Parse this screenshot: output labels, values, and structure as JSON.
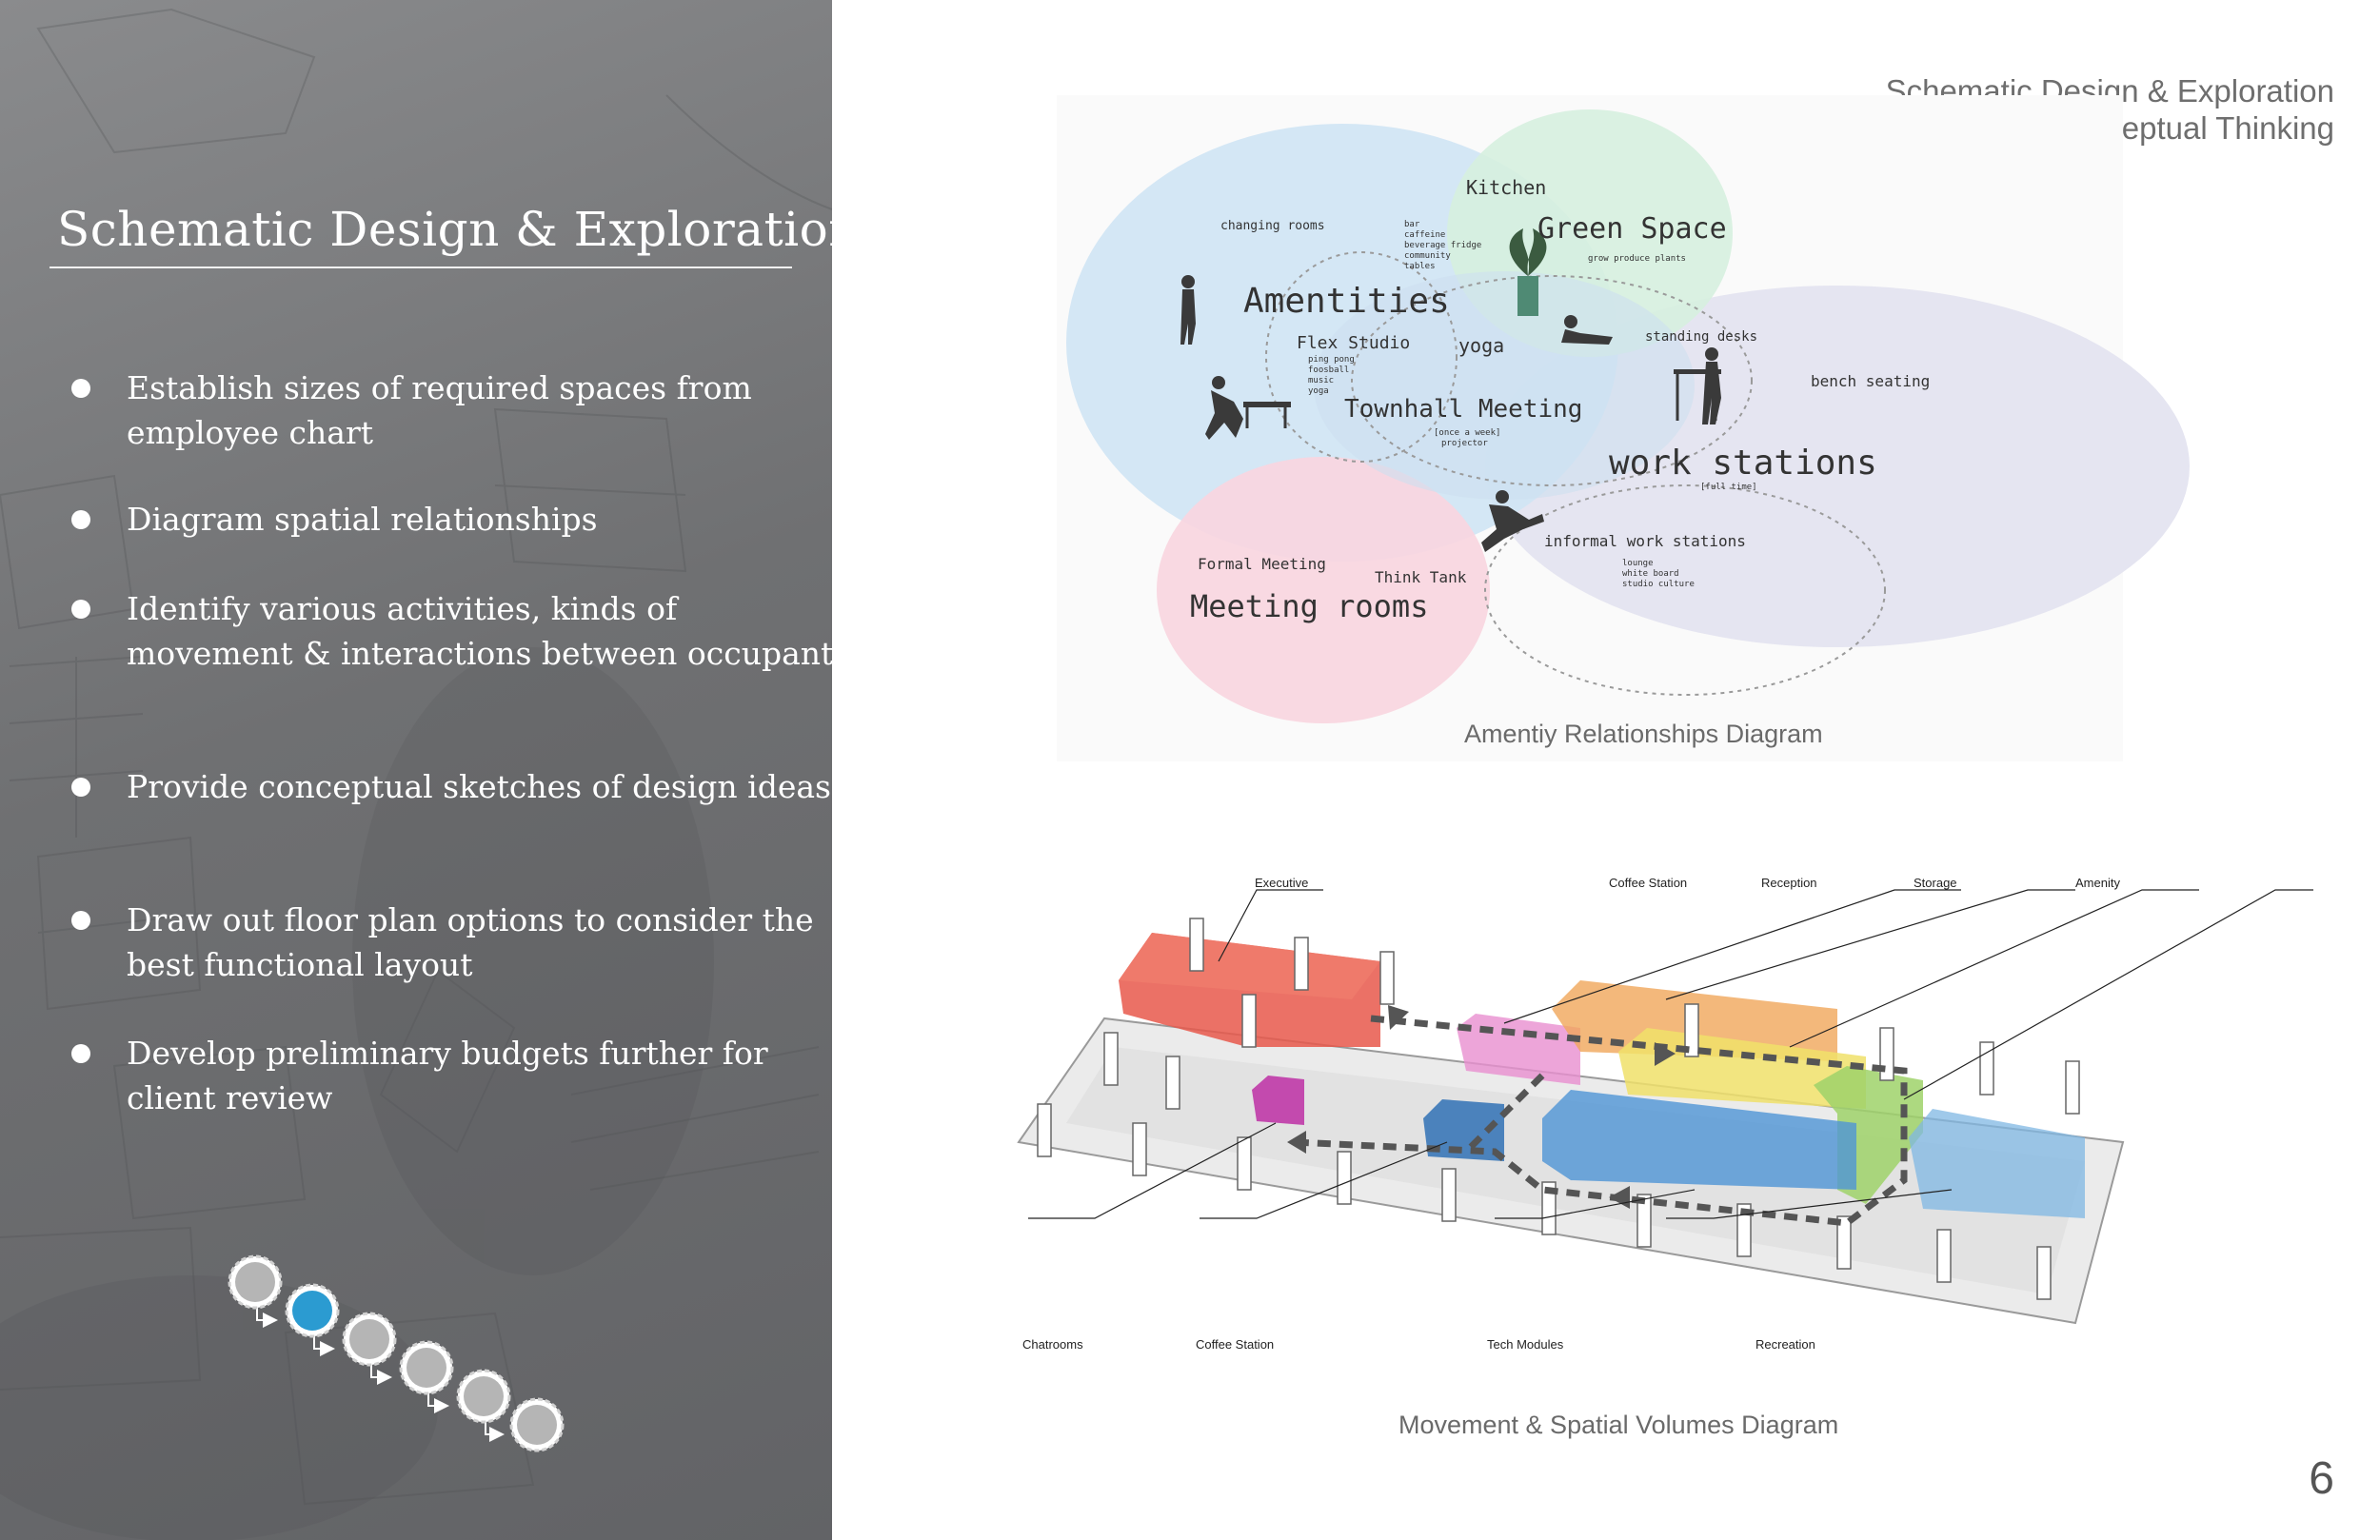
{
  "left_panel": {
    "title": "Schematic Design & Exploration",
    "bullets": [
      "Establish sizes of required spaces from employee chart",
      "Diagram spatial relationships",
      "Identify various activities, kinds of movement & interactions between occupants",
      "Provide conceptual sketches of design ideas",
      "Draw out floor plan options to consider the best functional layout",
      "Develop preliminary budgets further for client review"
    ],
    "progress": {
      "total_steps": 6,
      "current_step": 2,
      "active_color": "#2b9bd1",
      "inactive_color": "#b5b5b5"
    }
  },
  "header": {
    "line1": "Schematic Design & Exploration",
    "line2": "Conceptual Thinking"
  },
  "amenity_diagram": {
    "caption": "Amentiy Relationships Diagram",
    "zones": {
      "amenities": "Amentities",
      "green_space": "Green Space",
      "kitchen": "Kitchen",
      "work_stations": "work stations",
      "meeting_rooms": "Meeting rooms",
      "townhall": "Townhall Meeting",
      "flex_studio": "Flex Studio",
      "think_tank": "Think Tank",
      "informal": "informal work stations"
    },
    "notes": {
      "changing_rooms": "changing rooms",
      "kitchen_items": [
        "bar",
        "caffeine",
        "beverage fridge",
        "community",
        "tables"
      ],
      "green_sub": "grow produce plants",
      "yoga": "yoga",
      "flex_items": [
        "ping pong",
        "foosball",
        "music",
        "yoga"
      ],
      "townhall_sub": [
        "[once a week]",
        "projector"
      ],
      "standing_desks": "standing desks",
      "bench_seating": "bench seating",
      "full_time": "[full time]",
      "formal_meeting": "Formal Meeting",
      "informal_items": [
        "lounge",
        "white board",
        "studio culture"
      ]
    },
    "colors": {
      "blue": "#cfe4f4",
      "green": "#d6f0df",
      "lavender": "#e2e2f0",
      "pink": "#f9d6e0"
    }
  },
  "volumes_diagram": {
    "caption": "Movement & Spatial Volumes Diagram",
    "top_labels": [
      "Executive",
      "Coffee Station",
      "Reception",
      "Storage",
      "Amenity"
    ],
    "bottom_labels": [
      "Chatrooms",
      "Coffee Station",
      "Tech Modules",
      "Recreation"
    ],
    "colors": {
      "executive": "#e8584b",
      "coffee": "#e88fd0",
      "reception": "#f0a65a",
      "storage": "#f0e06a",
      "amenity": "#9fd26a",
      "chatrooms": "#c03aa8",
      "tech": "#4f95d6",
      "recreation": "#7fb7e3",
      "blue_block": "#3b78b8"
    }
  },
  "page_number": "6"
}
